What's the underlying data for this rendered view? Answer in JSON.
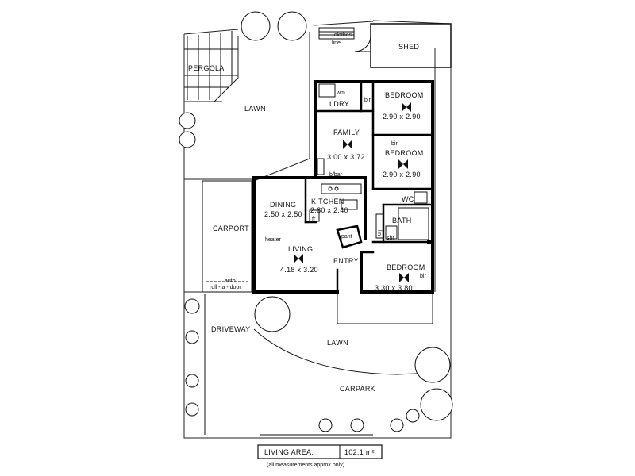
{
  "rooms": {
    "pergola": "PERGOLA",
    "lawn_top": "LAWN",
    "shed": "SHED",
    "clothes_line": [
      "clothes",
      "line"
    ],
    "ldry": "LDRY",
    "wm": "wm",
    "bir": "bir",
    "bedroom": "BEDROOM",
    "bed1_dim": "2.90 x 2.90",
    "bed2_dim": "2.90 x 2.90",
    "family": "FAMILY",
    "family_dim": "3.00 x 3.72",
    "bbar": "b/bar",
    "dining": "DINING",
    "dining_dim": "2.50 x 2.50",
    "kitchen": "KITCHEN",
    "kitchen_dim": "2.80 x 2.40",
    "fr": "fr",
    "pant": "pant",
    "wc": "WC",
    "bath": "BATH",
    "lin": "lin",
    "shr": "shr",
    "carport": "CARPORT",
    "heater": "heater",
    "living": "LIVING",
    "living_dim": "4.18 x 3.20",
    "entry": "ENTRY",
    "bed3_dim": "3.30 x 3.80",
    "auto_door": [
      "auto",
      "roll - a - door"
    ],
    "driveway": "DRIVEWAY",
    "lawn_bottom": "LAWN",
    "carpark": "CARPARK"
  },
  "footer": {
    "living_area_label": "LIVING AREA:",
    "living_area_value": "102.1 m²",
    "note": "(all measurements approx only)"
  }
}
